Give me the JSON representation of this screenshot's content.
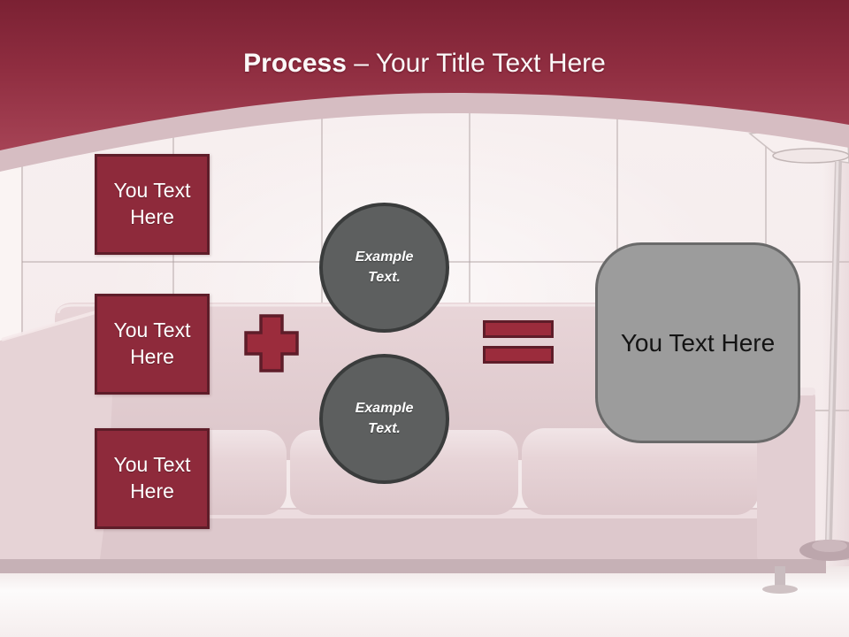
{
  "slide_title": {
    "bold_part": "Process",
    "regular_part": "– Your Title Text Here"
  },
  "process_boxes": [
    {
      "label": "You Text Here"
    },
    {
      "label": "You Text Here"
    },
    {
      "label": "You Text Here"
    }
  ],
  "example_circles": [
    {
      "label": "Example Text."
    },
    {
      "label": "Example Text."
    }
  ],
  "result_box": {
    "label": "You Text Here"
  },
  "icons": {
    "plus": "plus-sign",
    "equals": "equals-sign"
  },
  "colors": {
    "header_red_top": "#7b2133",
    "header_red_bottom": "#a64355",
    "band_pink": "#d6bdc2",
    "accent_red": "#8e2a3b",
    "accent_red_border": "#5e1d29",
    "circle_gray": "#5d5f5f",
    "circle_border": "#3a3c3c",
    "result_gray": "#9c9c9c",
    "result_border": "#6a6a6a"
  }
}
